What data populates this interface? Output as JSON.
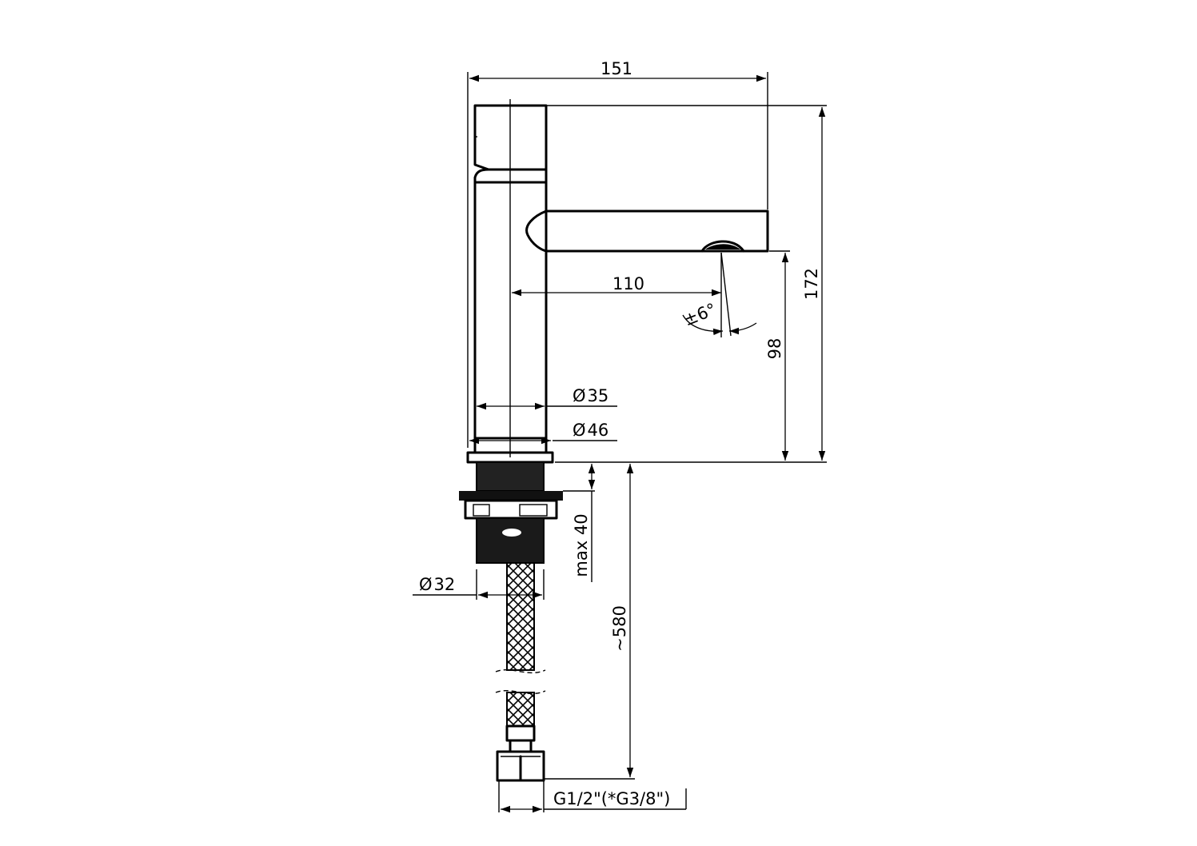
{
  "drawing": {
    "dimensions": {
      "width_total": "151",
      "spout_reach": "110",
      "spray_angle": "±6°",
      "height_total": "172",
      "spout_height": "98",
      "body_diameter": "35",
      "base_diameter": "46",
      "deck_thickness": "max 40",
      "shank_diameter": "32",
      "hose_length": "~580",
      "connection_thread": "G1/2\"(*G3/8\")"
    },
    "symbols": {
      "diameter": "Ø"
    },
    "colors": {
      "line": "#000000",
      "background": "#ffffff"
    }
  }
}
